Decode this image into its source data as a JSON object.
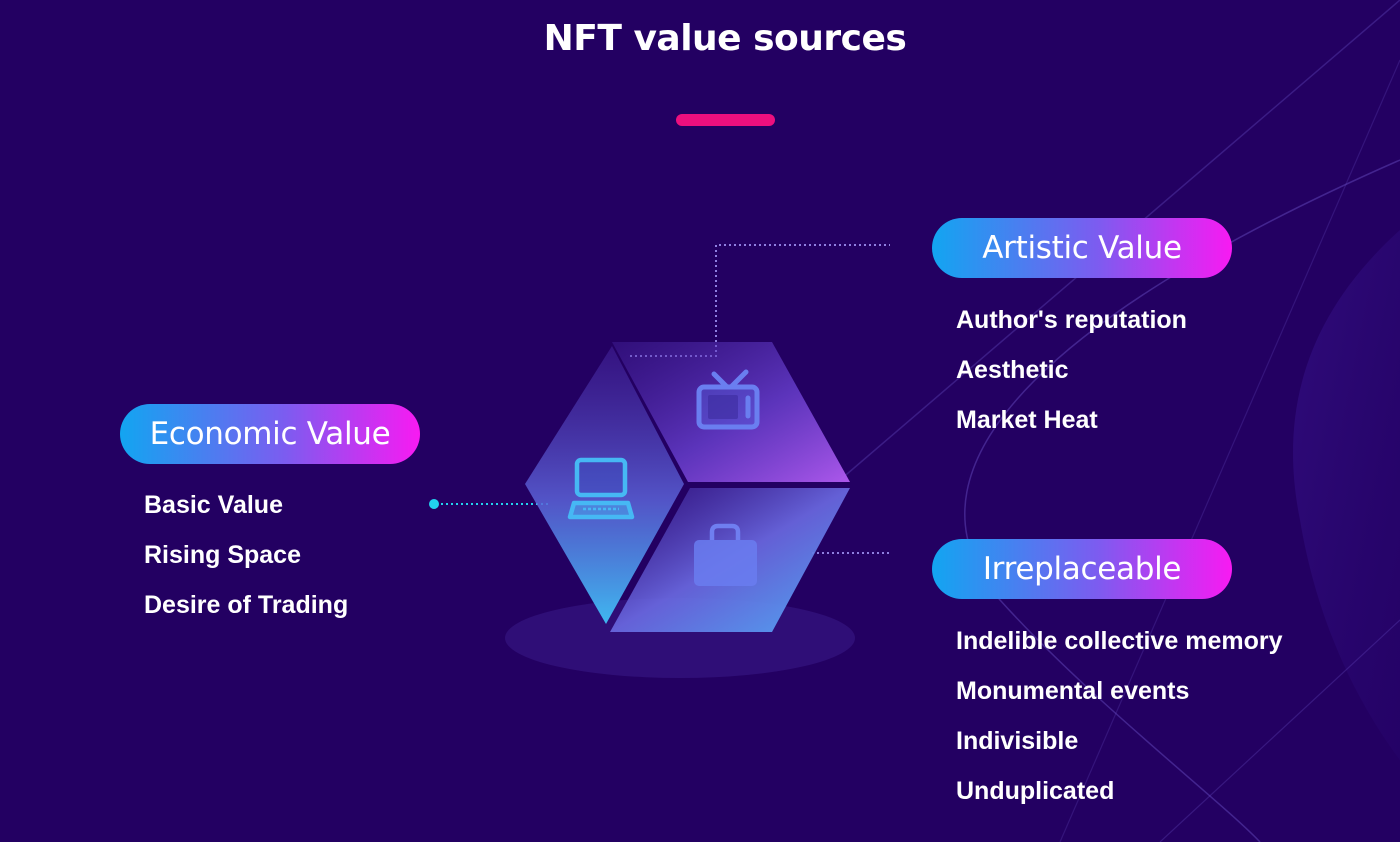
{
  "title": "NFT value sources",
  "colors": {
    "background": "#230062",
    "accent_underline": "#ed0f7e",
    "pill_gradient_start": "#12a5f1",
    "pill_gradient_end": "#f81af2",
    "connector_dots": "#8f7fe0",
    "connector_node": "#22d3ee"
  },
  "categories": [
    {
      "label": "Economic Value",
      "items": [
        "Basic Value",
        "Rising Space",
        "Desire of Trading"
      ]
    },
    {
      "label": "Artistic Value",
      "items": [
        "Author's reputation",
        "Aesthetic",
        "Market Heat"
      ]
    },
    {
      "label": "Irreplaceable",
      "items": [
        "Indelible collective memory",
        "Monumental events",
        "Indivisible",
        "Unduplicated"
      ]
    }
  ],
  "icons": {
    "cube_left_face": "computer-icon",
    "cube_top_face": "tv-icon",
    "cube_bottom_face": "briefcase-icon"
  }
}
